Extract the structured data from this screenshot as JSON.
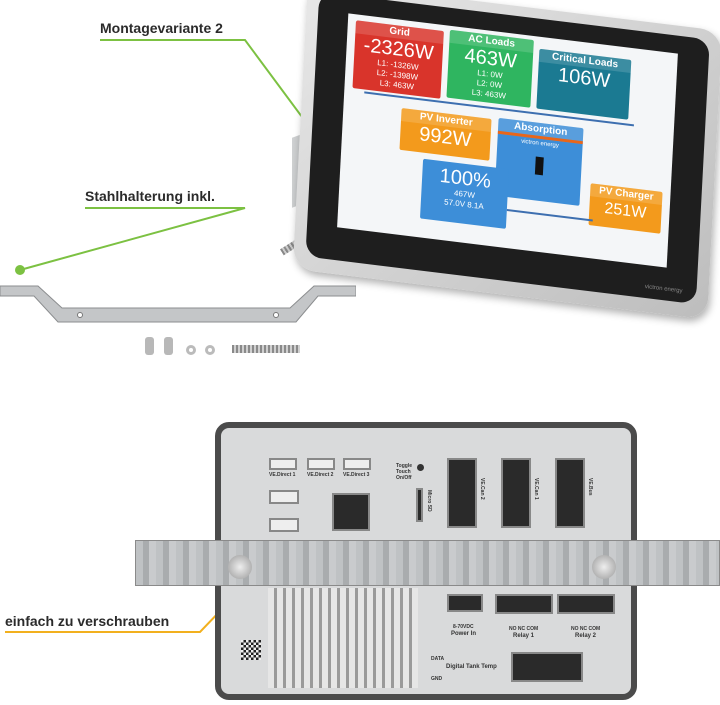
{
  "callouts": {
    "mount_variant": "Montagevariante 2",
    "steel_bracket": "Stahlhalterung inkl.",
    "easy_screw": "einfach zu verschrauben"
  },
  "colors": {
    "green_line": "#7cc142",
    "yellow_line": "#f2b01e",
    "grid": "#d9342b",
    "ac_loads": "#2fb560",
    "critical": "#1b7a92",
    "pv_inverter": "#f39a1c",
    "battery": "#3d8ed8",
    "absorption": "#3d8ed8",
    "pv_charger": "#f39a1c"
  },
  "screen": {
    "grid": {
      "title": "Grid",
      "value": "-2326W",
      "l1": "L1: -1326W",
      "l2": "L2: -1398W",
      "l3": "L3: 463W"
    },
    "ac_loads": {
      "title": "AC Loads",
      "value": "463W",
      "l1": "L1: 0W",
      "l2": "L2: 0W",
      "l3": "L3: 463W"
    },
    "critical_loads": {
      "title": "Critical Loads",
      "value": "106W"
    },
    "pv_inverter": {
      "title": "PV Inverter",
      "value": "992W"
    },
    "absorption": {
      "title": "Absorption",
      "brand": "victron energy"
    },
    "battery": {
      "value": "100%",
      "power": "467W",
      "voltage": "57.0V",
      "current": "8.1A"
    },
    "pv_charger": {
      "title": "PV Charger",
      "value": "251W"
    },
    "logo": "victron energy"
  },
  "device": {
    "ve_direct": [
      "VE.Direct 1",
      "VE.Direct 2",
      "VE.Direct 3"
    ],
    "toggle": "Toggle Touch On/Off",
    "microsd": "Micro SD",
    "vecan": "VE.Can 2",
    "vecan1": "VE.Can 1",
    "vebus": "VE.Bus",
    "power_in": "Power In",
    "power_spec": "8-70VDC",
    "relay1": "Relay 1",
    "relay2": "Relay 2",
    "relay_pins": "NO NC COM",
    "io": "Digital   Tank   Temp",
    "data": "DATA",
    "gnd": "GND"
  }
}
